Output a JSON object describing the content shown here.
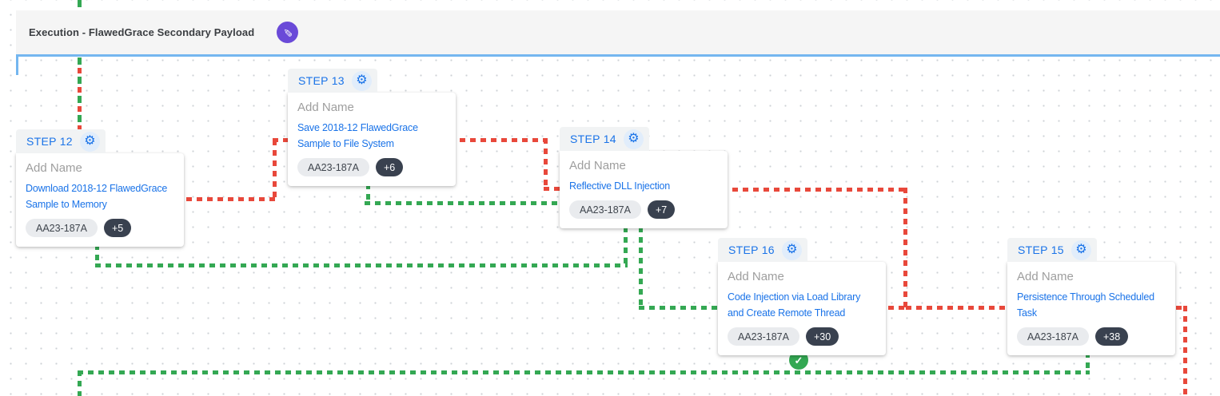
{
  "header": {
    "title": "Execution - FlawedGrace Secondary Payload"
  },
  "steps": [
    {
      "label": "STEP 12",
      "name_placeholder": "Add Name",
      "action": "Download 2018-12 FlawedGrace Sample to Memory",
      "tag": "AA23-187A",
      "count": "+5"
    },
    {
      "label": "STEP 13",
      "name_placeholder": "Add Name",
      "action": "Save 2018-12 FlawedGrace Sample to File System",
      "tag": "AA23-187A",
      "count": "+6"
    },
    {
      "label": "STEP 14",
      "name_placeholder": "Add Name",
      "action": "Reflective DLL Injection",
      "tag": "AA23-187A",
      "count": "+7"
    },
    {
      "label": "STEP 16",
      "name_placeholder": "Add Name",
      "action": "Code Injection via Load Library and Create Remote Thread",
      "tag": "AA23-187A",
      "count": "+30",
      "status": "success"
    },
    {
      "label": "STEP 15",
      "name_placeholder": "Add Name",
      "action": "Persistence Through Scheduled Task",
      "tag": "AA23-187A",
      "count": "+38"
    }
  ],
  "glyphs": {
    "gear": "⚙",
    "pencil": "✎",
    "check": "✓"
  },
  "colors": {
    "green": "#34a853",
    "red": "#e8483b",
    "blue": "#1a73e8",
    "purple": "#6a4ad8",
    "selection": "#74b6f0",
    "chip_dark": "#39414f",
    "chip_light": "#e9ebee"
  }
}
